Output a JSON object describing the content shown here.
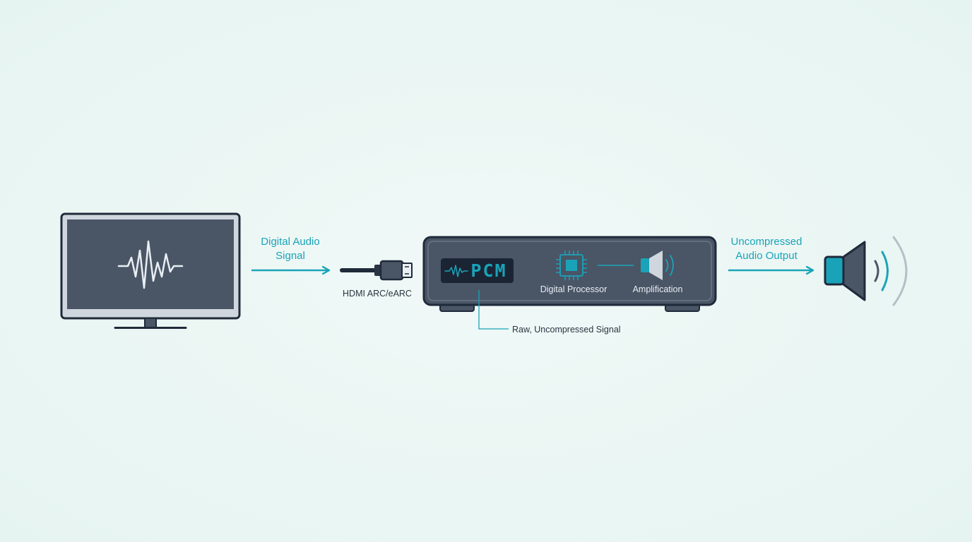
{
  "labels": {
    "digital_audio_signal": [
      "Digital Audio",
      "Signal"
    ],
    "hdmi": "HDMI ARC/eARC",
    "display": "PCM",
    "digital_processor": "Digital Processor",
    "amplification": "Amplification",
    "raw_signal": "Raw, Uncompressed Signal",
    "uncompressed_output": [
      "Uncompressed",
      "Audio Output"
    ]
  },
  "colors": {
    "accent": "#1aa3b8",
    "device_fill": "#4a5566",
    "device_stroke": "#1f2a3a",
    "bezel": "#cfd6dd",
    "background": "#eaf6f3"
  },
  "icons": {
    "tv": "tv-icon",
    "waveform": "waveform-icon",
    "hdmi_plug": "hdmi-plug-icon",
    "chip": "chip-icon",
    "speaker_small": "speaker-icon",
    "speaker_large": "speaker-icon"
  }
}
